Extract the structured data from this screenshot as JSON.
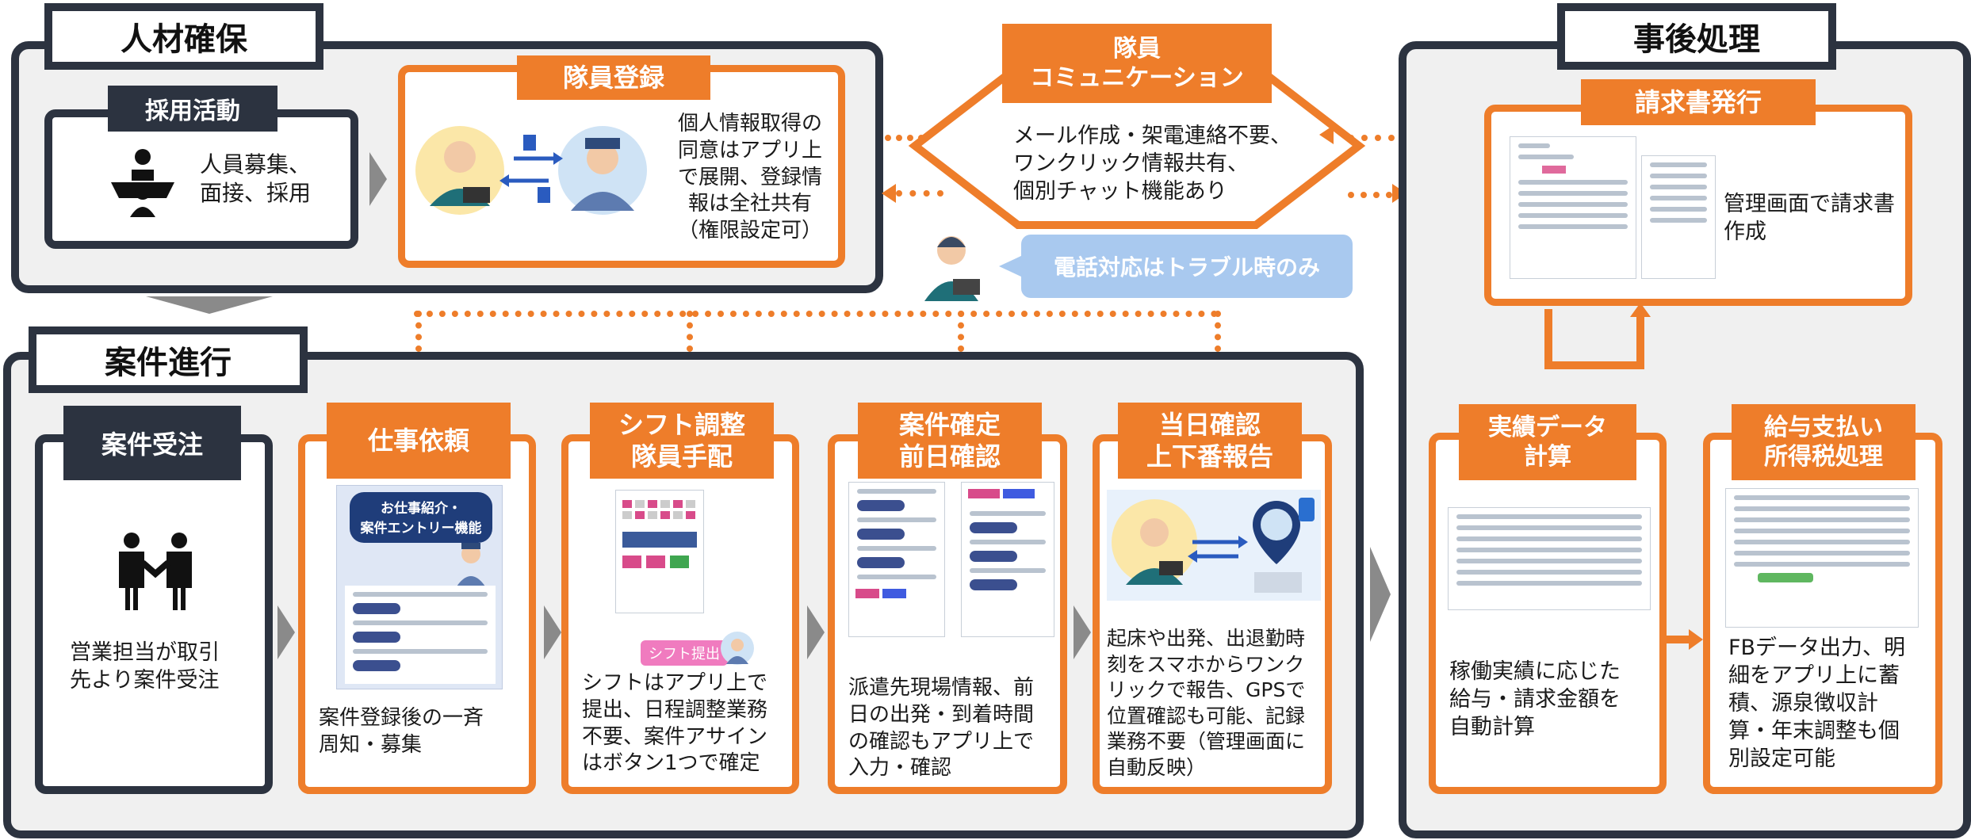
{
  "colors": {
    "orange": "#ee7d2a",
    "navy": "#2c3340",
    "panel": "#f0f0f0",
    "callout_blue": "#a9c9ef"
  },
  "recruit": {
    "title": "人材確保",
    "activity": {
      "label": "採用活動",
      "text": "人員募集、\n面接、採用",
      "icon": "interview-people-icon"
    },
    "registration": {
      "label": "隊員登録",
      "text": "個人情報取得の\n同意はアプリ上\nで展開、登録情\n報は全社共有\n（権限設定可）",
      "icon": "operator-exchange-guard-icon"
    }
  },
  "comm": {
    "label": "隊員\nコミュニケーション",
    "text": "メール作成・架電連絡不要、\nワンクリック情報共有、\n個別チャット機能あり",
    "callout": "電話対応はトラブル時のみ"
  },
  "after": {
    "title": "事後処理",
    "invoice": {
      "label": "請求書発行",
      "text": "管理画面で請求書作成"
    }
  },
  "project": {
    "title": "案件進行",
    "order": {
      "label": "案件受注",
      "text": "営業担当が取引\n先より案件受注",
      "icon": "handshake-icon"
    },
    "steps": [
      {
        "label": "仕事依頼",
        "text": "案件登録後の一斉\n周知・募集",
        "screen_caption": "お仕事紹介・\n案件エントリー機能"
      },
      {
        "label": "シフト調整\n隊員手配",
        "text": "シフトはアプリ上で\n提出、日程調整業務\n不要、案件アサイン\nはボタン1つで確定",
        "screen_caption": "シフト提出"
      },
      {
        "label": "案件確定\n前日確認",
        "text": "派遣先現場情報、前\n日の出発・到着時間\nの確認もアプリ上で\n入力・確認"
      },
      {
        "label": "当日確認\n上下番報告",
        "text": "起床や出発、出退勤時\n刻をスマホからワンク\nリックで報告、GPSで\n位置確認も可能、記録\n業務不要（管理画面に\n自動反映）"
      }
    ]
  },
  "results": {
    "calc": {
      "label": "実績データ\n計算",
      "text": "稼働実績に応じた\n給与・請求金額を\n自動計算"
    },
    "payroll": {
      "label": "給与支払い\n所得税処理",
      "text": "FBデータ出力、明\n細をアプリ上に蓄\n積、源泉徴収計\n算・年末調整も個\n別設定可能"
    }
  }
}
